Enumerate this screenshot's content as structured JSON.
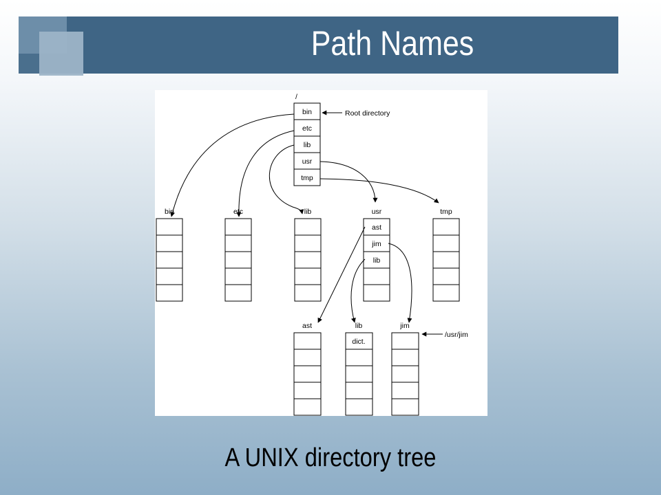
{
  "slide": {
    "title": "Path Names",
    "caption": "A UNIX directory tree"
  },
  "diagram": {
    "root": {
      "label": "/",
      "entries": [
        "bin",
        "etc",
        "lib",
        "usr",
        "tmp"
      ],
      "annotation": "Root directory"
    },
    "level1": [
      {
        "label": "bin",
        "entries": [
          "",
          "",
          "",
          "",
          ""
        ]
      },
      {
        "label": "etc",
        "entries": [
          "",
          "",
          "",
          "",
          ""
        ]
      },
      {
        "label": "lib",
        "entries": [
          "",
          "",
          "",
          "",
          ""
        ]
      },
      {
        "label": "usr",
        "entries": [
          "ast",
          "jim",
          "lib",
          "",
          ""
        ]
      },
      {
        "label": "tmp",
        "entries": [
          "",
          "",
          "",
          "",
          ""
        ]
      }
    ],
    "level2": [
      {
        "label": "ast",
        "entries": [
          "",
          "",
          "",
          "",
          ""
        ]
      },
      {
        "label": "lib",
        "entries": [
          "dict.",
          "",
          "",
          "",
          ""
        ]
      },
      {
        "label": "jim",
        "entries": [
          "",
          "",
          "",
          "",
          ""
        ],
        "annotation": "/usr/jim"
      }
    ]
  },
  "colors": {
    "title_bar": "#3f6585",
    "title_text": "#ffffff"
  }
}
